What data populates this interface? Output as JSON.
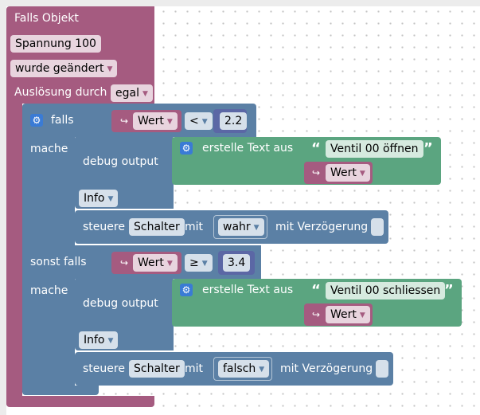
{
  "block": {
    "header": "Falls Objekt",
    "object": "Spannung 100",
    "condition_type": "wurde geändert",
    "trigger_label": "Auslösung durch",
    "trigger_value": "egal"
  },
  "if1": {
    "label": "falls",
    "var": "Wert",
    "op": "<",
    "value": "2.2",
    "do_label": "mache",
    "debug_label": "debug output",
    "make_text_label": "erstelle Text aus",
    "text": "Ventil 00 öffnen",
    "text_var": "Wert",
    "level": "Info",
    "control_label": "steuere",
    "target": "Schalter",
    "with_label": "mit",
    "bool": "wahr",
    "delay_label": "mit Verzögerung"
  },
  "if2": {
    "label": "sonst falls",
    "var": "Wert",
    "op": "≥",
    "value": "3.4",
    "do_label": "mache",
    "debug_label": "debug output",
    "make_text_label": "erstelle Text aus",
    "text": "Ventil 00 schliessen",
    "text_var": "Wert",
    "level": "Info",
    "control_label": "steuere",
    "target": "Schalter",
    "with_label": "mit",
    "bool": "falsch",
    "delay_label": "mit Verzögerung"
  },
  "icons": {
    "gear": "gear-icon",
    "var_arrow": "return-arrow-icon",
    "dropdown": "triangle-down-icon",
    "quote_open": "“",
    "quote_close": "”"
  },
  "colors": {
    "event_block": "#a55b80",
    "logic_block": "#5b80a5",
    "text_block": "#5ba580"
  }
}
